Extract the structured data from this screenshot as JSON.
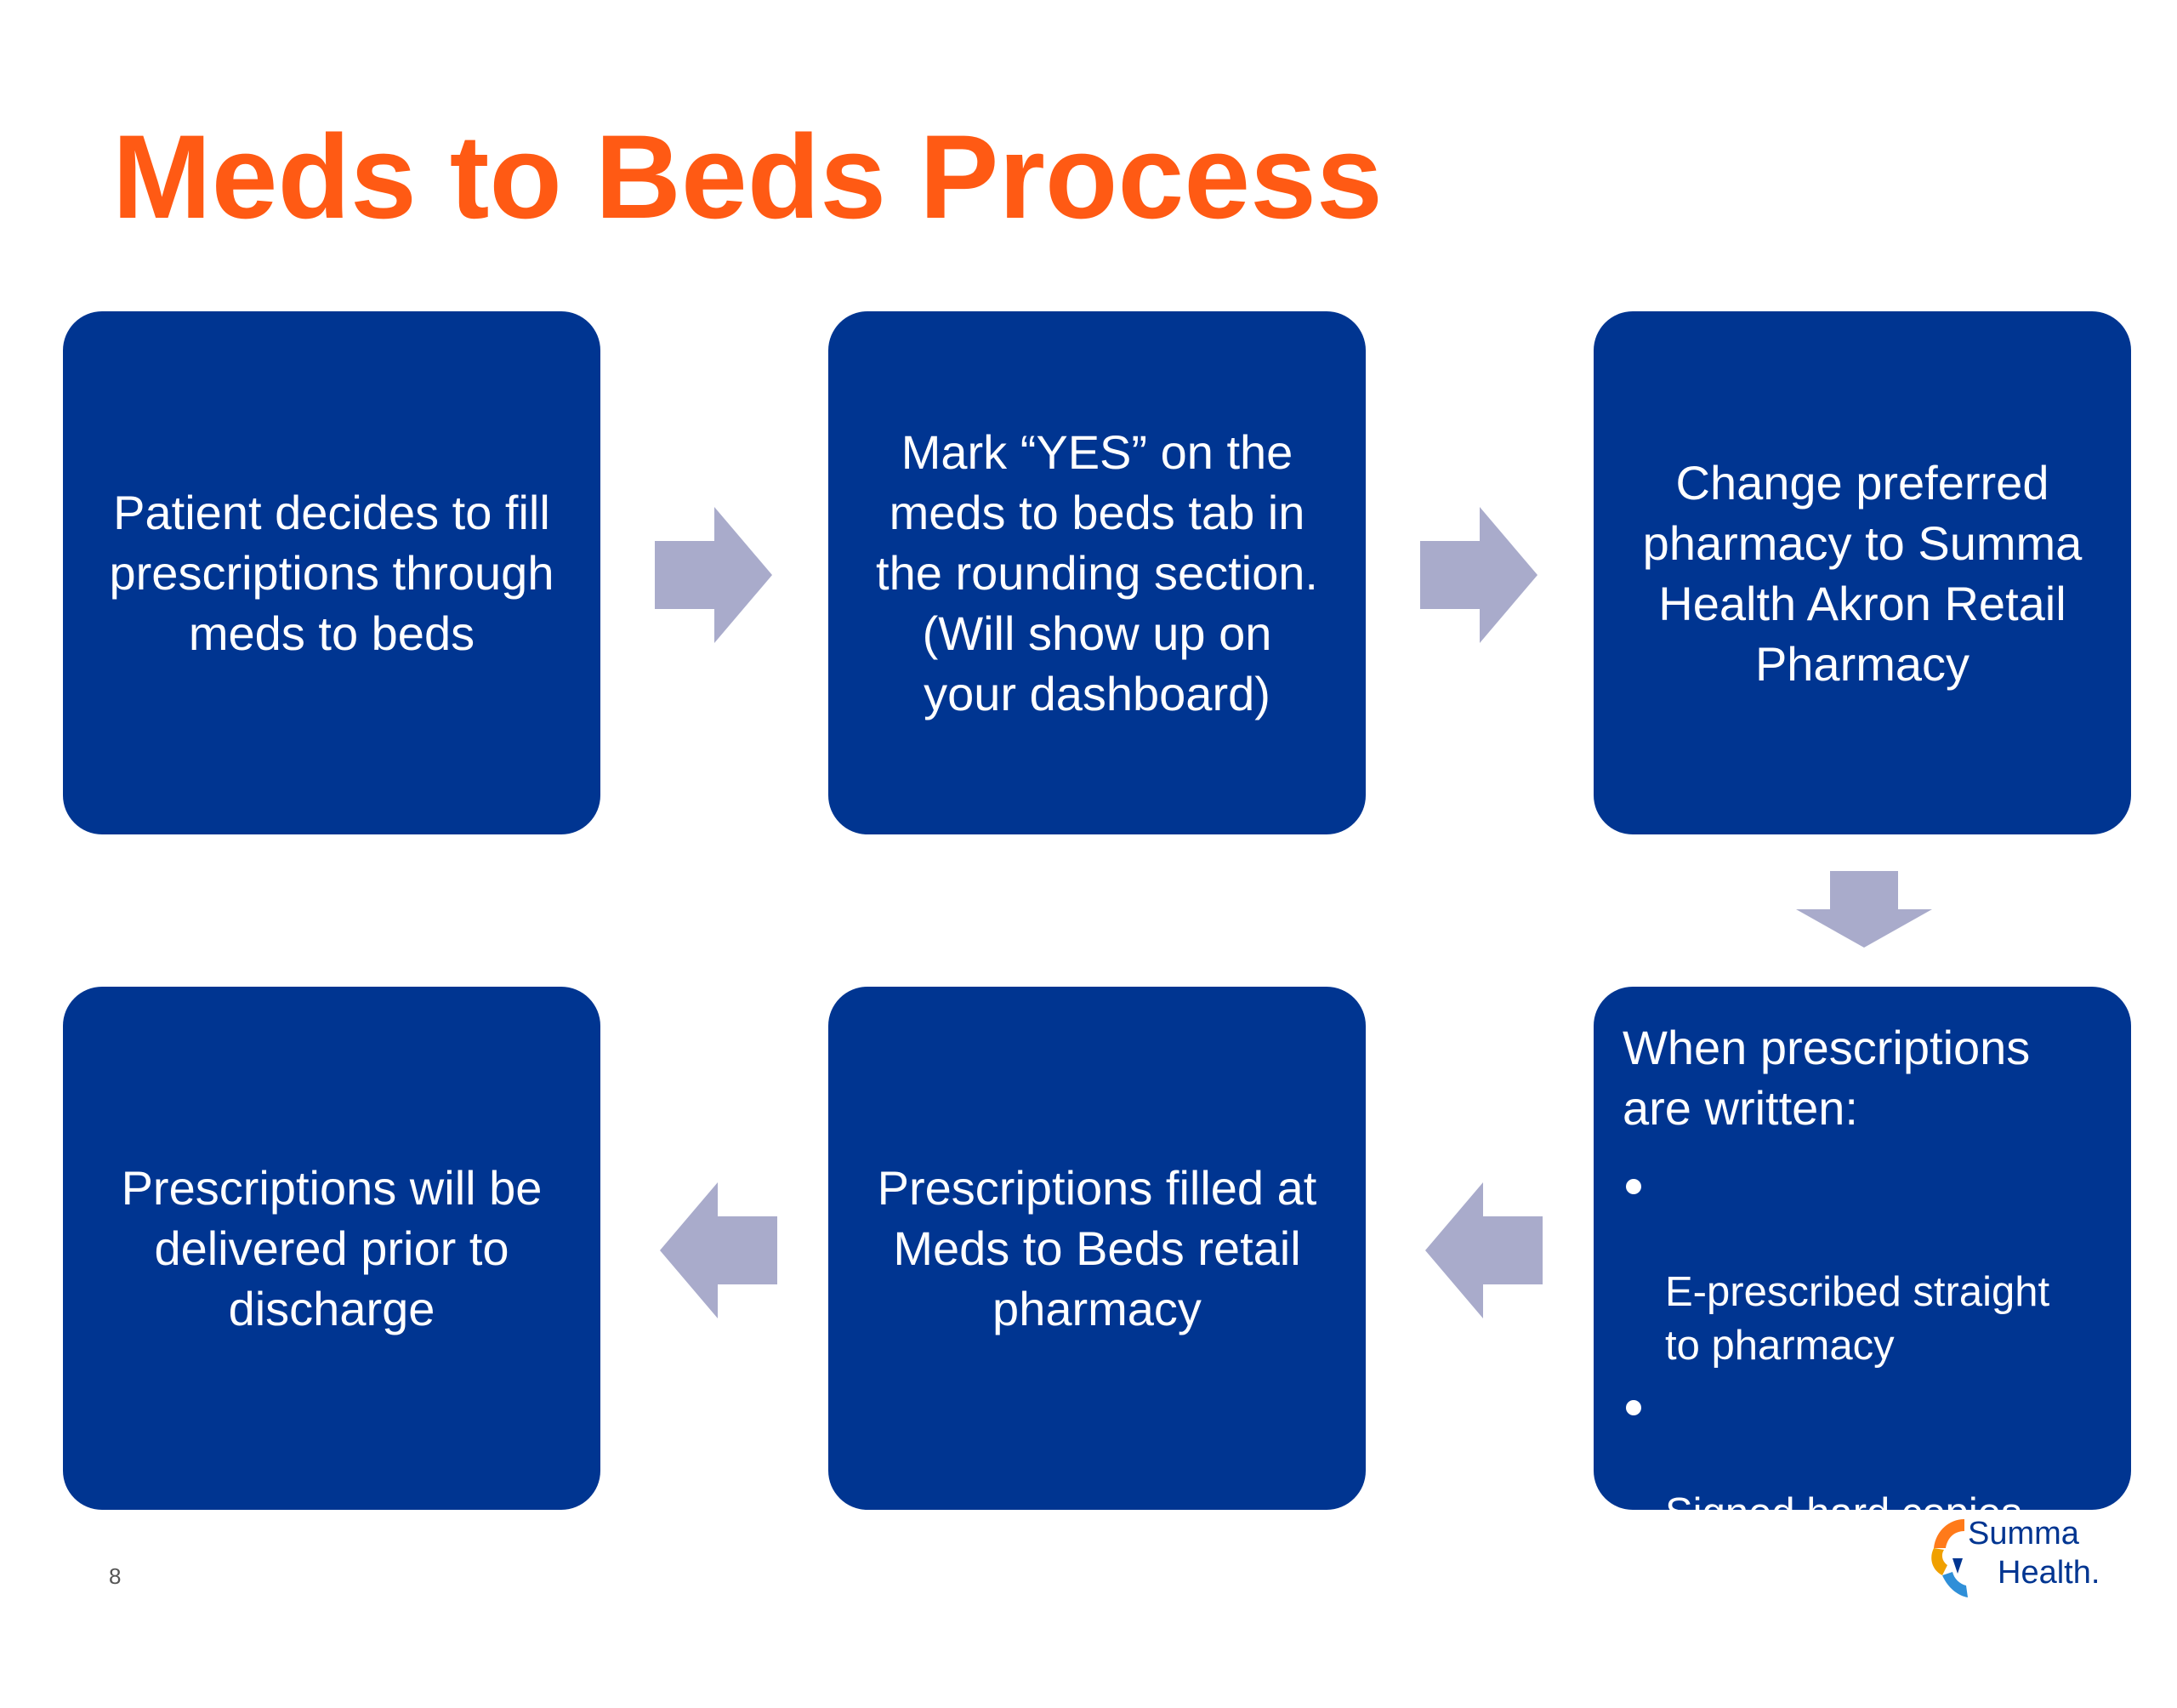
{
  "slide": {
    "title": "Meds to Beds Process",
    "page_number": "8"
  },
  "steps": {
    "s1": "Patient decides to fill\nprescriptions through\nmeds to beds",
    "s2": "Mark “YES” on the\nmeds to beds tab in\nthe rounding section.\n(Will show up on\nyour dashboard)",
    "s3": "Change preferred\npharmacy to Summa\nHealth Akron Retail\nPharmacy",
    "s4": {
      "heading": "When prescriptions\nare written:",
      "bullets": [
        "E-prescribed straight\nto pharmacy",
        "Signed hard copies\nwill need to be faxed\nor delivered to the\npharmacy"
      ]
    },
    "s5": "Prescriptions filled at\nMeds to Beds retail\npharmacy",
    "s6": "Prescriptions will be\ndelivered prior to\ndischarge"
  },
  "logo": {
    "word1": "Summa",
    "word2": "Health."
  },
  "colors": {
    "title": "#ff5a14",
    "box": "#003591",
    "arrow": "#a9abcb",
    "box_text": "#ffffff"
  }
}
